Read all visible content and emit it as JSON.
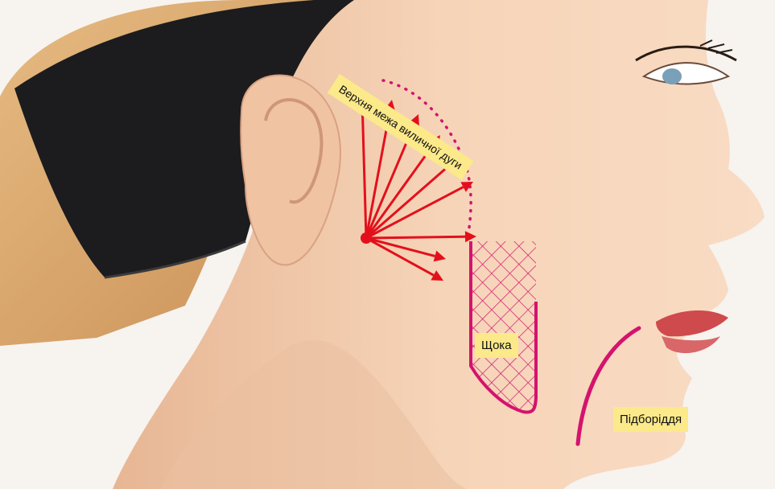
{
  "labels": {
    "zygomatic_arch": "Верхня межа виличної дуги",
    "cheek": "Щока",
    "chin": "Підборіддя"
  },
  "colors": {
    "arrows": "#e3101c",
    "outline": "#d4136e",
    "label_bg": "#fbe98a",
    "skin": "#f7d3b6",
    "headband": "#1c1c1e",
    "hair": "#d9a368",
    "lips": "#cf4a4c"
  },
  "vector_count": 9
}
